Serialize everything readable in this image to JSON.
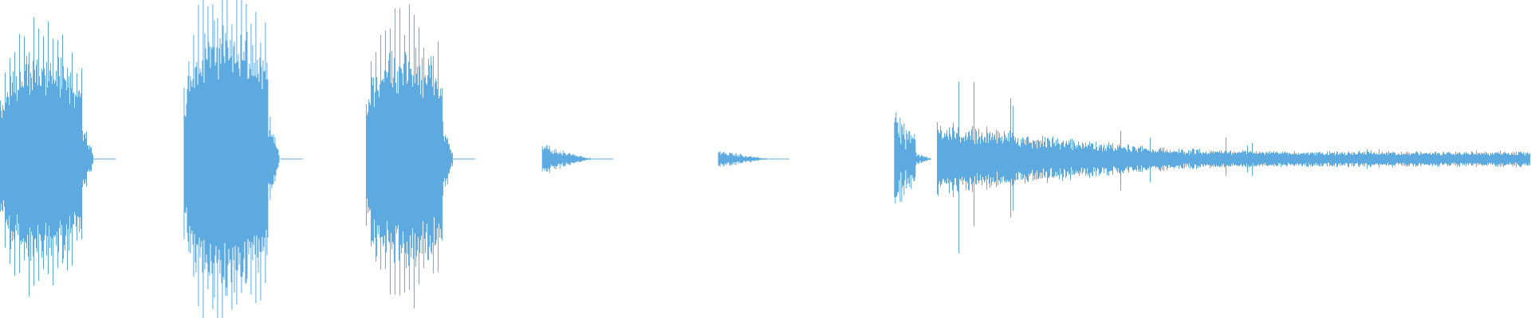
{
  "waveform": {
    "color": "#5DAAE0",
    "background": "#FFFFFF",
    "center_fraction": 0.5,
    "segments": [
      {
        "name": "burst-1",
        "start": 0.0,
        "end": 0.061,
        "peak": 0.39,
        "body": 0.3,
        "tail": 0.0,
        "style": "tonal"
      },
      {
        "name": "burst-2",
        "start": 0.12,
        "end": 0.183,
        "peak": 0.5,
        "body": 0.26,
        "tail": 0.0,
        "style": "tonal"
      },
      {
        "name": "burst-3",
        "start": 0.239,
        "end": 0.296,
        "peak": 0.43,
        "body": 0.28,
        "tail": 0.0,
        "style": "tonal"
      },
      {
        "name": "burst-4",
        "start": 0.354,
        "end": 0.386,
        "peak": 0.045,
        "body": 0.03,
        "tail": 0.0,
        "style": "small"
      },
      {
        "name": "burst-5",
        "start": 0.469,
        "end": 0.501,
        "peak": 0.03,
        "body": 0.02,
        "tail": 0.0,
        "style": "small"
      },
      {
        "name": "burst-6a",
        "start": 0.584,
        "end": 0.608,
        "peak": 0.15,
        "body": 0.08,
        "tail": 0.0,
        "style": "noise"
      },
      {
        "name": "burst-6b",
        "start": 0.612,
        "end": 1.0,
        "peak": 0.32,
        "body": 0.12,
        "tail": 0.02,
        "style": "decay"
      }
    ]
  }
}
